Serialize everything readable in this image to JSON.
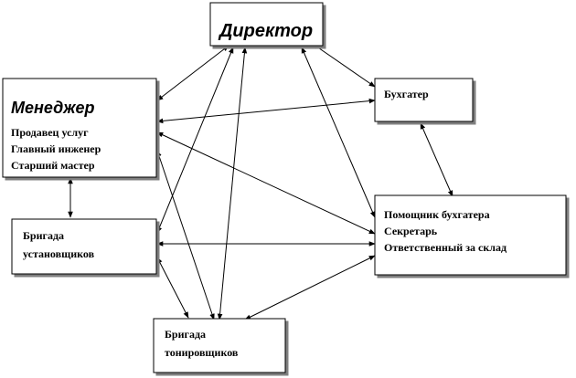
{
  "diagram": {
    "boxes": {
      "director": {
        "title": "Директор"
      },
      "manager": {
        "title": "Менеджер",
        "lines": [
          "Продавец услуг",
          "Главный инженер",
          "Старший мастер"
        ]
      },
      "accountant": {
        "lines": [
          "Бухгатер"
        ]
      },
      "installers": {
        "lines": [
          "Бригада",
          "установщиков"
        ]
      },
      "assistant": {
        "lines": [
          "Помощник бухгатера",
          "Секретарь",
          "Ответственный за склад"
        ]
      },
      "tinters": {
        "lines": [
          "Бригада",
          "тонировщиков"
        ]
      }
    },
    "connections": [
      [
        "director",
        "manager"
      ],
      [
        "director",
        "accountant"
      ],
      [
        "director",
        "assistant"
      ],
      [
        "director",
        "installers"
      ],
      [
        "director",
        "tinters"
      ],
      [
        "manager",
        "accountant"
      ],
      [
        "manager",
        "assistant"
      ],
      [
        "manager",
        "installers"
      ],
      [
        "manager",
        "tinters"
      ],
      [
        "accountant",
        "assistant"
      ],
      [
        "installers",
        "assistant"
      ],
      [
        "installers",
        "tinters"
      ],
      [
        "assistant",
        "tinters"
      ]
    ]
  }
}
